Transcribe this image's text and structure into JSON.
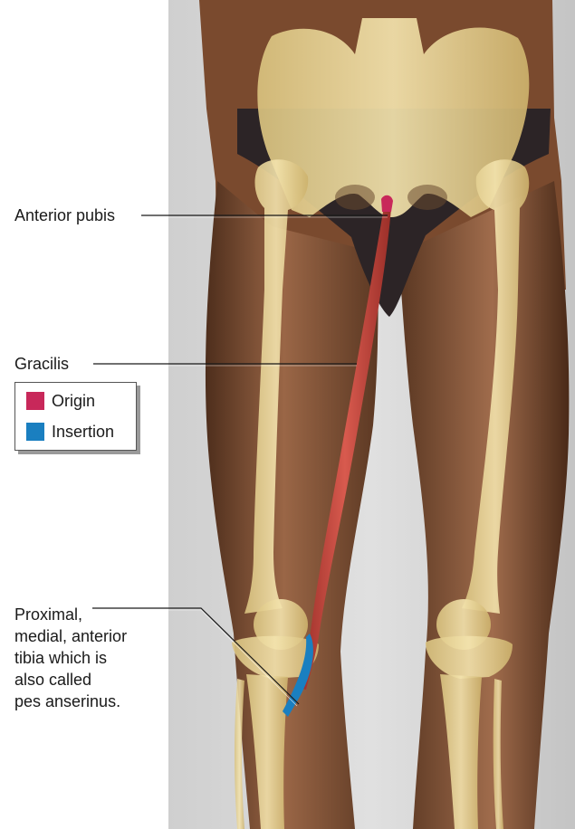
{
  "labels": {
    "origin_site": "Anterior pubis",
    "muscle": "Gracilis",
    "insertion_site_lines": [
      "Proximal,",
      "medial, anterior",
      "tibia which is",
      "also called",
      "pes anserinus."
    ]
  },
  "legend": {
    "items": [
      {
        "label": "Origin",
        "color": "#c8285a"
      },
      {
        "label": "Insertion",
        "color": "#1a7fc0"
      }
    ]
  },
  "colors": {
    "bone": "#e8d49a",
    "skin": "#8a5a3c",
    "muscle": "#c0483e",
    "origin": "#c8285a",
    "insertion": "#1a7fc0",
    "underwear": "#2c2426"
  }
}
